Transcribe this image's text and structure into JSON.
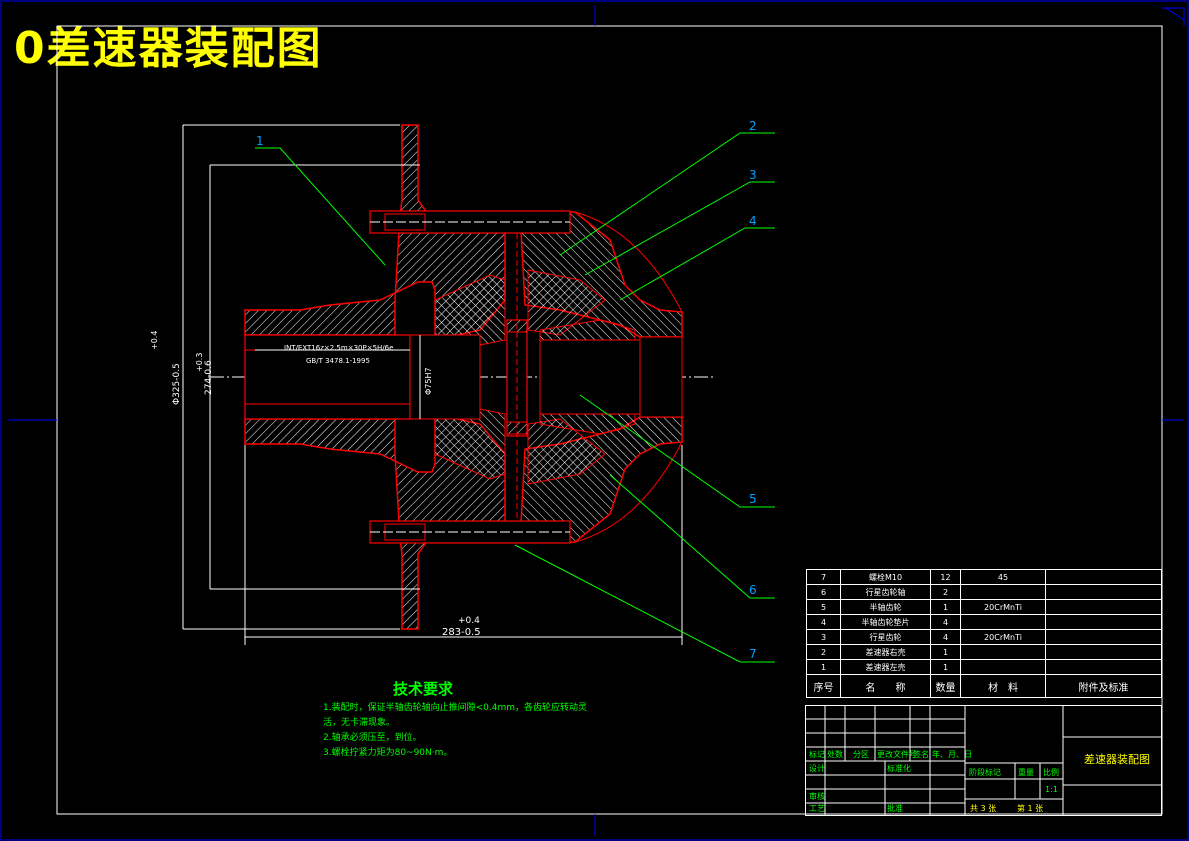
{
  "drawing_title": "0差速器装配图",
  "callouts": [
    "1",
    "2",
    "3",
    "4",
    "5",
    "6",
    "7"
  ],
  "dimensions": {
    "outer_dia": "Φ325-0.5",
    "outer_tol": "+0.4",
    "inner_dia": "274-0.6",
    "inner_tol": "+0.3",
    "length": "283-0.5",
    "length_tol": "+0.4",
    "bore": "Φ75H7",
    "spline_spec": "INT/EXT16z×2.5m×30P×5H/6e",
    "spline_std": "GB/T 3478.1-1995"
  },
  "tech_requirements": {
    "title": "技术要求",
    "items": [
      "1.装配时，保证半轴齿轮轴向止推间隙<0.4mm，各齿轮应转动灵活，无卡滞现象。",
      "2.轴承必须压至，到位。",
      "3.螺栓拧紧力矩为80~90N·m。"
    ]
  },
  "bom": {
    "rows": [
      {
        "no": "7",
        "name": "螺栓M10",
        "qty": "12",
        "material": "45",
        "std": ""
      },
      {
        "no": "6",
        "name": "行星齿轮轴",
        "qty": "2",
        "material": "",
        "std": ""
      },
      {
        "no": "5",
        "name": "半轴齿轮",
        "qty": "1",
        "material": "20CrMnTi",
        "std": ""
      },
      {
        "no": "4",
        "name": "半轴齿轮垫片",
        "qty": "4",
        "material": "",
        "std": ""
      },
      {
        "no": "3",
        "name": "行星齿轮",
        "qty": "4",
        "material": "20CrMnTi",
        "std": ""
      },
      {
        "no": "2",
        "name": "差速器右壳",
        "qty": "1",
        "material": "",
        "std": ""
      },
      {
        "no": "1",
        "name": "差速器左壳",
        "qty": "1",
        "material": "",
        "std": ""
      }
    ],
    "header": {
      "no": "序号",
      "name": "名　　称",
      "qty": "数量",
      "material": "材　料",
      "std": "附件及标准"
    }
  },
  "title_block": {
    "name": "差速器装配图",
    "mark": "标记",
    "count": "处数",
    "zone": "分区",
    "doc_no": "更改文件号",
    "sign": "签名",
    "date": "年、月、日",
    "design": "设计",
    "standardize": "标准化",
    "review": "审核",
    "process": "工艺",
    "approve": "批准",
    "stage_mark": "阶段标记",
    "weight": "重量",
    "scale": "比例",
    "scale_value": "1:1",
    "sheets": "共 3 张",
    "sheet_no": "第 1 张"
  },
  "colors": {
    "frame": "#0000ff",
    "outline": "#ff0000",
    "leader": "#00ff00",
    "text": "#ffffff",
    "title": "#ffff00"
  }
}
